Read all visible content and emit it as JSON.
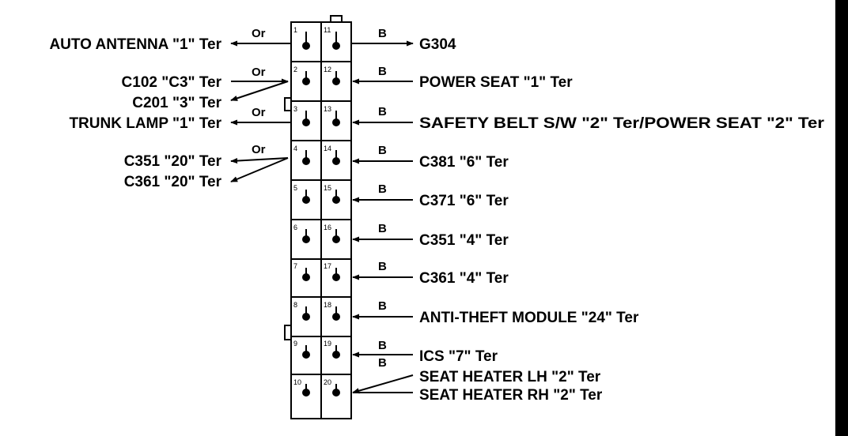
{
  "connector": {
    "pins_left": [
      "1",
      "2",
      "3",
      "4",
      "5",
      "6",
      "7",
      "8",
      "9",
      "10"
    ],
    "pins_right": [
      "11",
      "12",
      "13",
      "14",
      "15",
      "16",
      "17",
      "18",
      "19",
      "20"
    ]
  },
  "left_labels": [
    "AUTO ANTENNA \"1\" Ter",
    "C102 \"C3\" Ter",
    "C201 \"3\" Ter",
    "TRUNK LAMP \"1\" Ter",
    "C351 \"20\" Ter",
    "C361 \"20\" Ter"
  ],
  "left_wires": [
    "Or",
    "Or",
    "Or",
    "Or"
  ],
  "right_labels": [
    "G304",
    "POWER SEAT \"1\" Ter",
    "SAFETY BELT S/W \"2\" Ter/POWER SEAT \"2\" Ter",
    "C381 \"6\" Ter",
    "C371 \"6\" Ter",
    "C351 \"4\" Ter",
    "C361 \"4\" Ter",
    "ANTI-THEFT MODULE \"24\" Ter",
    "ICS \"7\" Ter",
    "SEAT HEATER LH \"2\" Ter",
    "SEAT HEATER RH \"2\" Ter"
  ],
  "right_wires": [
    "B",
    "B",
    "B",
    "B",
    "B",
    "B",
    "B",
    "B",
    "B",
    "B"
  ]
}
